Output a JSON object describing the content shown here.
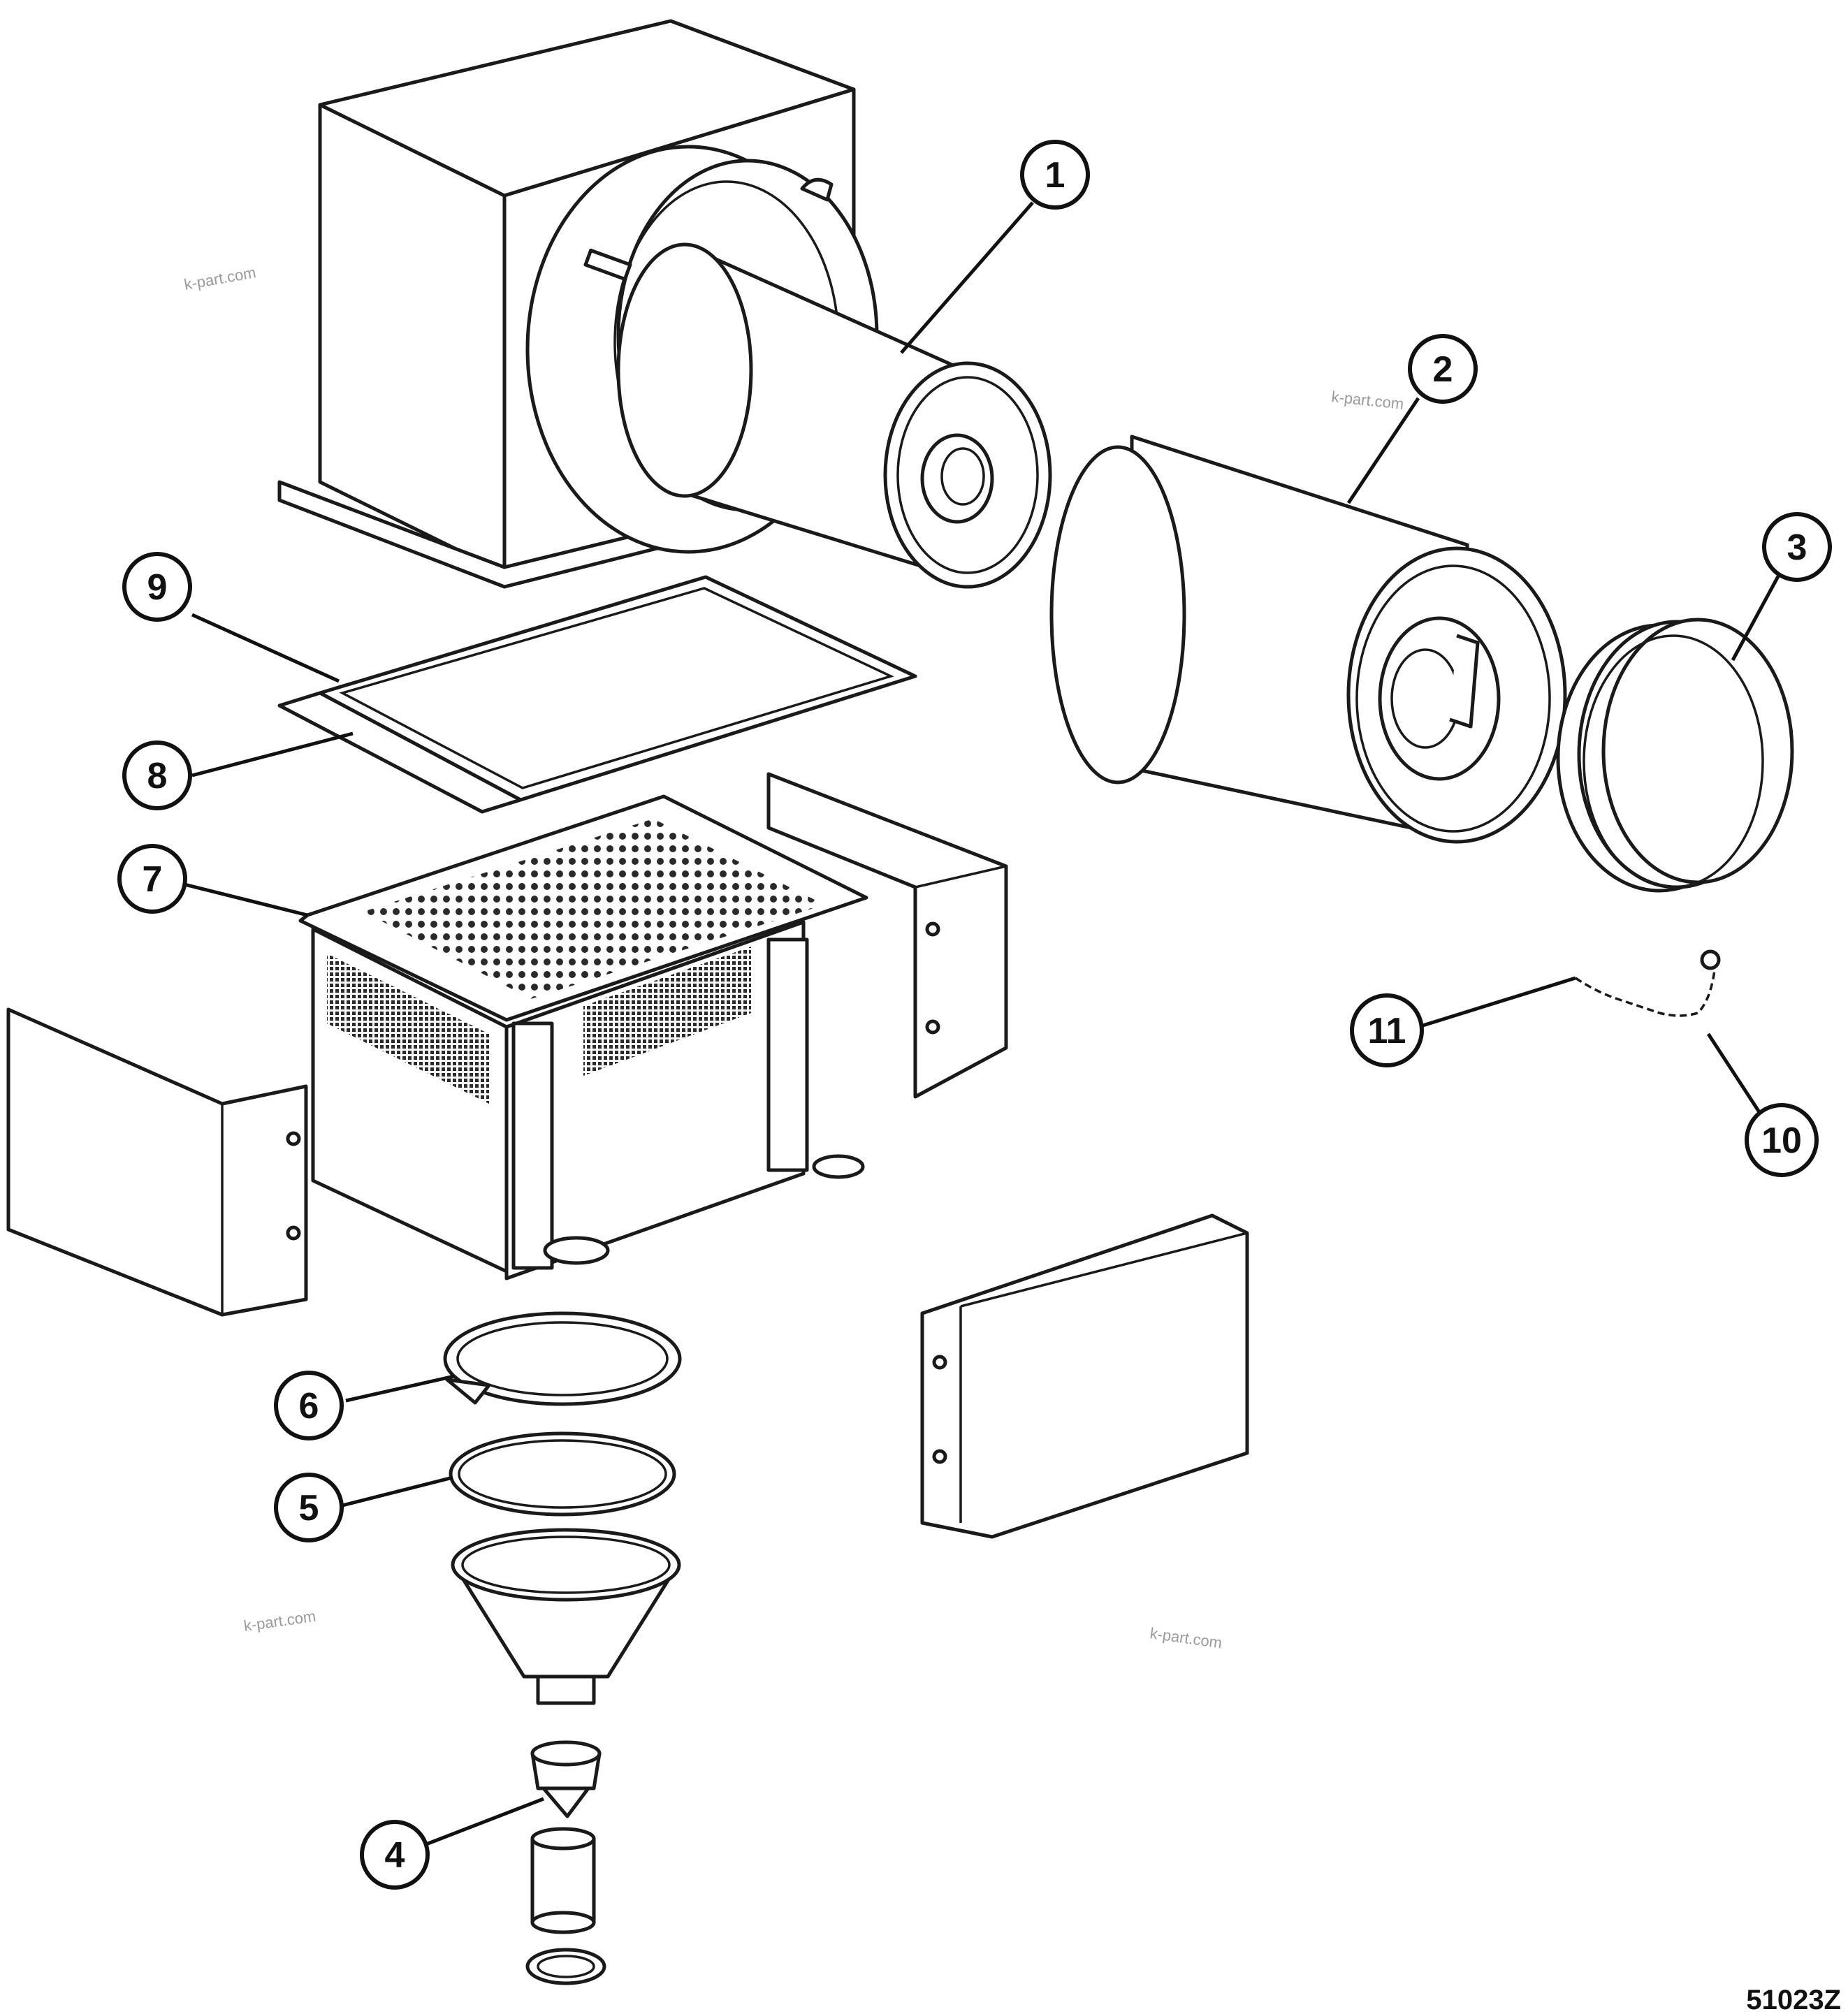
{
  "callouts": {
    "c1": "1",
    "c2": "2",
    "c3": "3",
    "c4": "4",
    "c5": "5",
    "c6": "6",
    "c7": "7",
    "c8": "8",
    "c9": "9",
    "c10": "10",
    "c11": "11"
  },
  "watermark": "k-part.com",
  "figure_code": "51023Z"
}
